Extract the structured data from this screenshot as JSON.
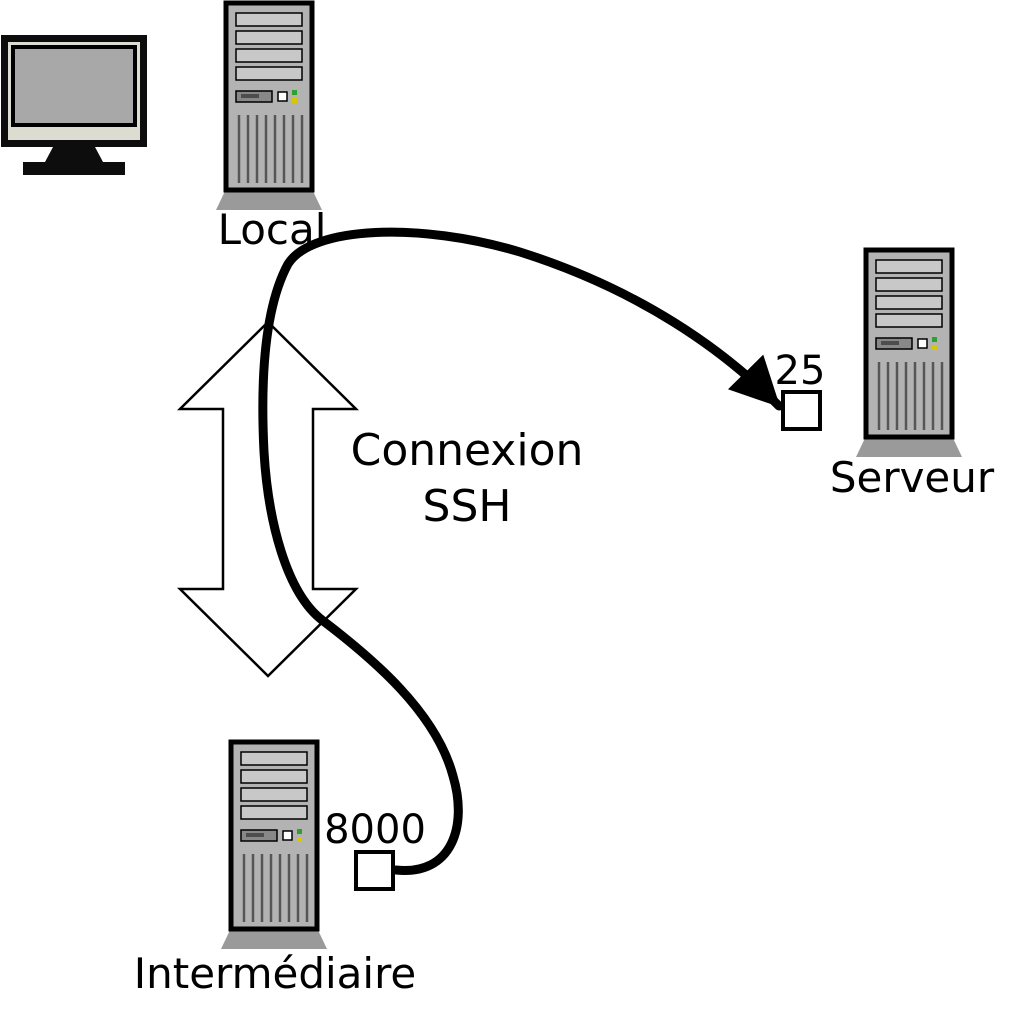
{
  "nodes": {
    "local": {
      "label": "Local"
    },
    "serveur": {
      "label": "Serveur",
      "port": "25"
    },
    "intermediaire": {
      "label": "Intermédiaire",
      "port": "8000"
    }
  },
  "connection": {
    "line1": "Connexion",
    "line2": "SSH"
  },
  "colors": {
    "background": "#ffffff",
    "stroke": "#000000",
    "tower_body": "#b3b3b3",
    "tower_bay": "#c8c8c8",
    "tower_base": "#9a9a9a",
    "monitor_screen": "#a8a8a8",
    "monitor_bezel": "#dcdcd0",
    "led_green": "#2ea02e",
    "led_yellow": "#d8c800",
    "port_fill": "#ffffff"
  }
}
